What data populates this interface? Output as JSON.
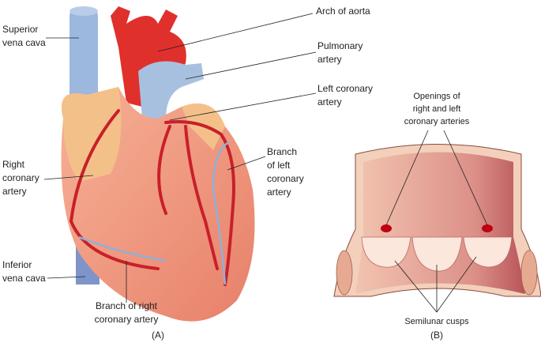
{
  "panel_a": {
    "caption": "(A)",
    "labels": {
      "superior_vena_cava": [
        "Superior",
        "vena cava"
      ],
      "arch_of_aorta": [
        "Arch of aorta"
      ],
      "pulmonary_artery": [
        "Pulmonary",
        "artery"
      ],
      "left_coronary_artery": [
        "Left coronary",
        "artery"
      ],
      "branch_left_coronary": [
        "Branch",
        "of left",
        "coronary",
        "artery"
      ],
      "right_coronary_artery": [
        "Right",
        "coronary",
        "artery"
      ],
      "inferior_vena_cava": [
        "Inferior",
        "vena cava"
      ],
      "branch_right_coronary": [
        "Branch of right",
        "coronary artery"
      ]
    }
  },
  "panel_b": {
    "caption": "(B)",
    "labels": {
      "openings": [
        "Openings of",
        "right and left",
        "coronary arteries"
      ],
      "semilunar_cusps": [
        "Semilunar cusps"
      ]
    }
  },
  "colors": {
    "artery": "#c8202a",
    "vein": "#8fb0d8",
    "myocardium": "#f0a080",
    "fat": "#f4c08a"
  }
}
